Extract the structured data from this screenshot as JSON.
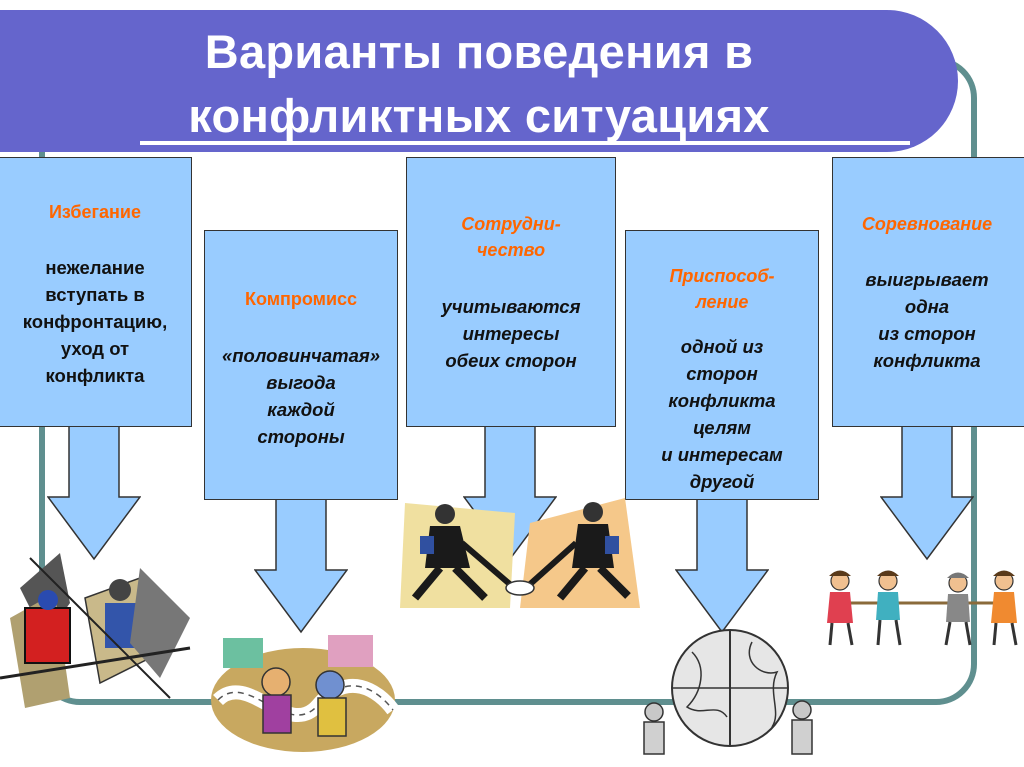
{
  "title": {
    "line1": "Варианты поведения в",
    "line2": "конфликтных ситуациях"
  },
  "colors": {
    "title_band": "#6565cc",
    "box_fill": "#99ccff",
    "strategy_label": "#ff6600",
    "frame": "#5f8f8f"
  },
  "strategies": [
    {
      "label": "Избегание",
      "description": [
        "нежелание",
        "вступать в",
        "конфронтацию,",
        "уход от",
        "конфликта"
      ]
    },
    {
      "label": "Компромисс",
      "description": [
        "«половинчатая»",
        "выгода",
        "каждой",
        "стороны"
      ]
    },
    {
      "label_lines": [
        "Сотрудни-",
        "чество"
      ],
      "description": [
        "учитываются",
        "интересы",
        "обеих сторон"
      ]
    },
    {
      "label_lines": [
        "Приспособ-",
        "ление"
      ],
      "description": [
        "одной из",
        "сторон",
        "конфликта",
        "целям",
        "и интересам",
        "другой"
      ]
    },
    {
      "label": "Соревнование",
      "description": [
        "выигрывает",
        "одна",
        "из сторон",
        "конфликта"
      ]
    }
  ],
  "illustrations": {
    "avoidance": "people-avoiding-clipart",
    "compromise": "two-people-on-road-clipart",
    "cooperation": "businessmen-handshake-clipart",
    "accommodation": "globe-puzzle-clipart",
    "competition": "tug-of-war-clipart"
  }
}
